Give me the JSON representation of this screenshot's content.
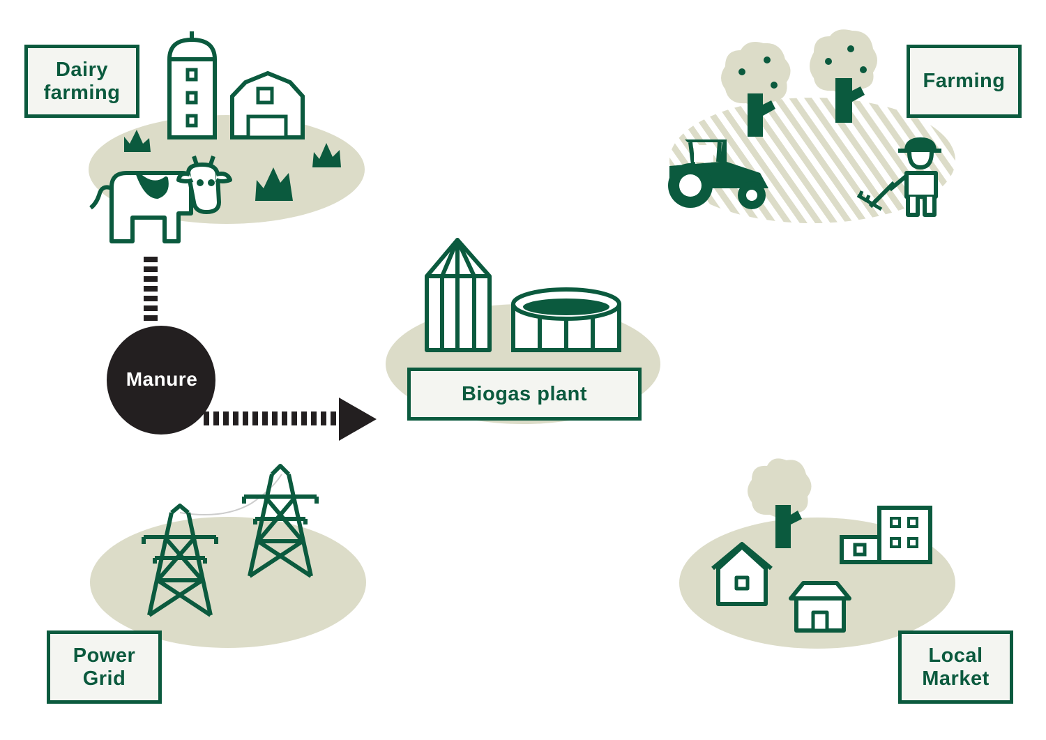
{
  "labels": {
    "dairy": "Dairy\nfarming",
    "farming": "Farming",
    "biogas": "Biogas plant",
    "power": "Power\nGrid",
    "market": "Local\nMarket",
    "manure": "Manure"
  },
  "colors": {
    "green": "#0b5a3e",
    "ground": "#dcdcc8",
    "box_fill": "#f4f5f1",
    "manure": "#231f20",
    "arrow": "#231f20"
  },
  "icons": [
    "silo-icon",
    "barn-icon",
    "cow-icon",
    "grass-icon",
    "tree-icon",
    "tractor-icon",
    "farmer-icon",
    "biogas-tower-icon",
    "digester-tank-icon",
    "power-pylon-icon",
    "house-icon",
    "apartment-icon"
  ]
}
